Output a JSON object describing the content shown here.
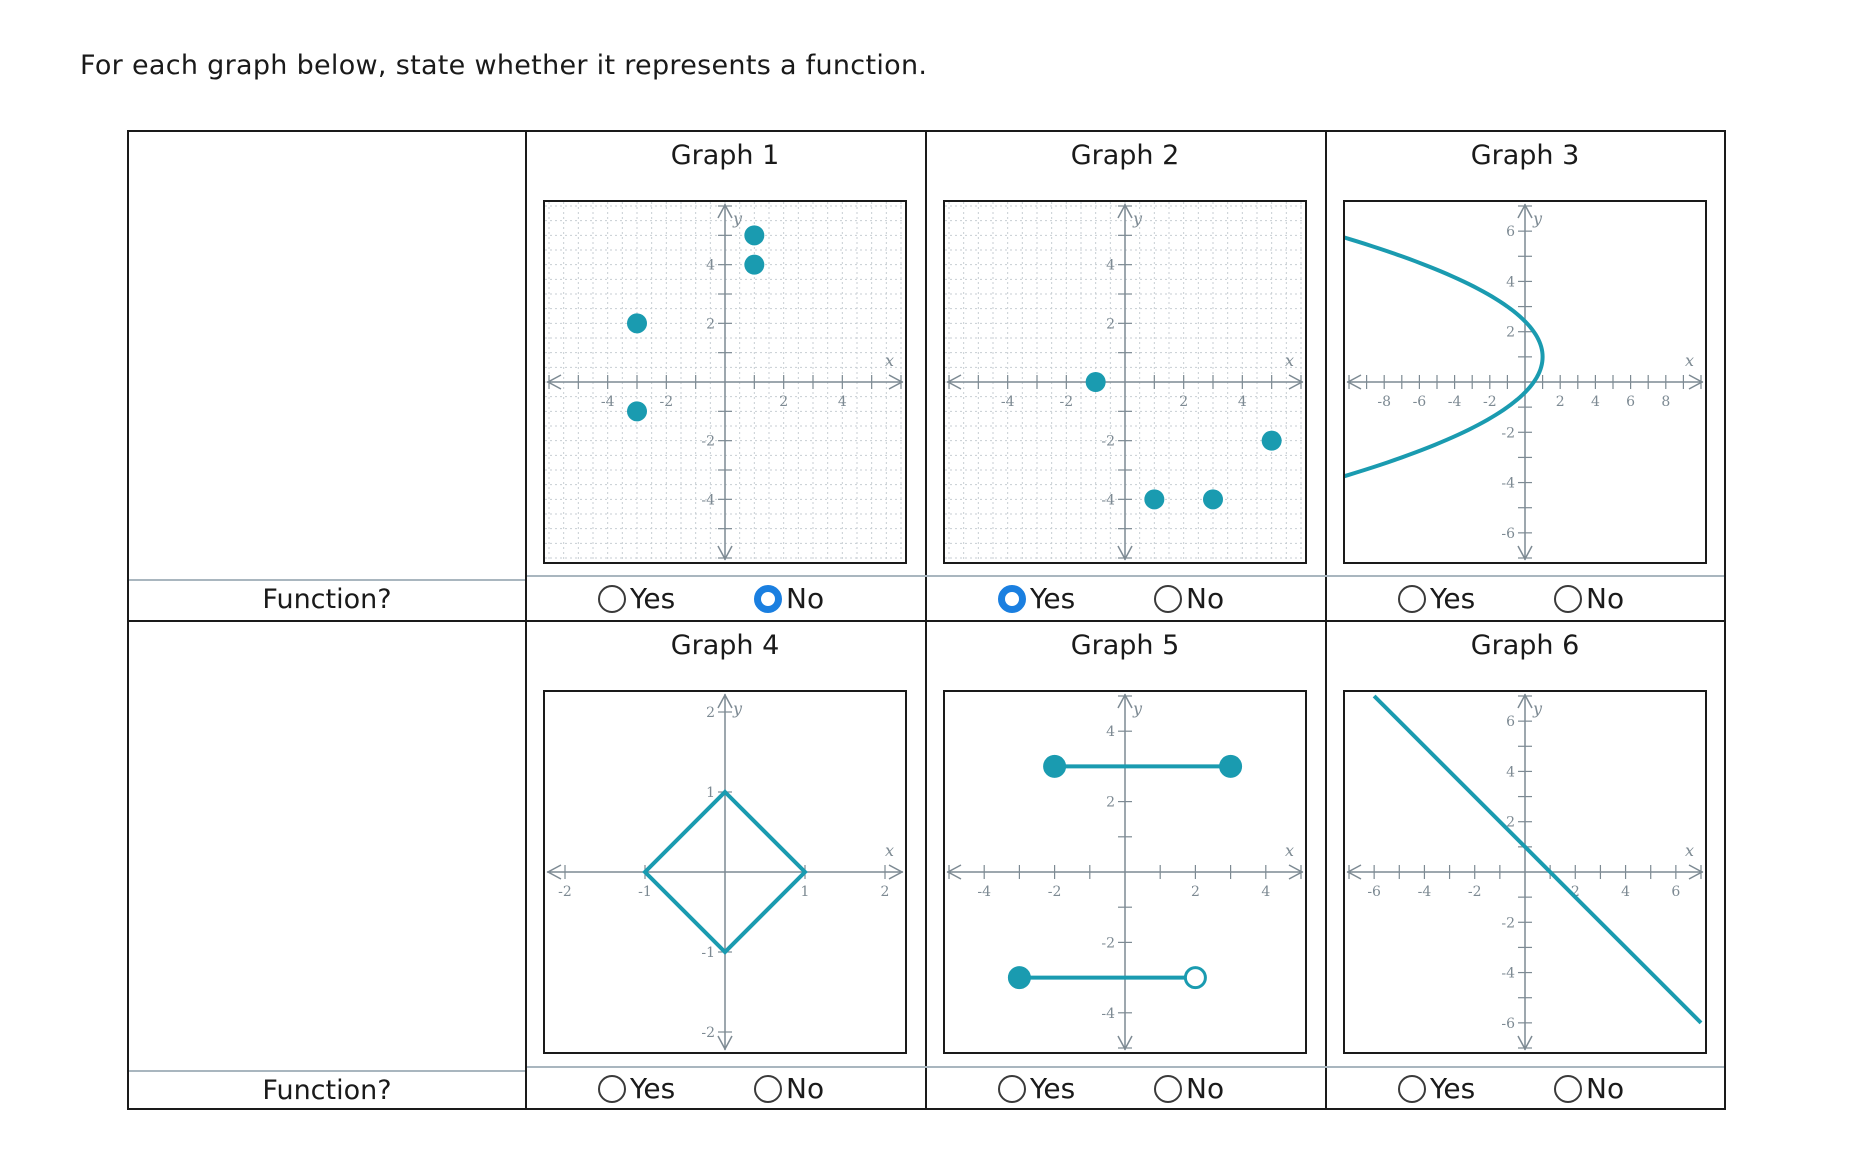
{
  "prompt": "For each graph below, state whether it represents a function.",
  "row_label": "Function?",
  "yes_label": "Yes",
  "no_label": "No",
  "axis_x": "x",
  "axis_y": "y",
  "colors": {
    "curve": "#1a9bb0",
    "axis": "#7d8a93",
    "radio_selected": "#1a7fe0",
    "grid": "#c7ced3"
  },
  "graphs": [
    {
      "title": "Graph 1",
      "answer": "No",
      "kind": "points",
      "xlim": [
        -6,
        6
      ],
      "ylim": [
        -6,
        6
      ],
      "ticks": [
        -4,
        -2,
        2,
        4
      ],
      "grid": true,
      "points": [
        [
          -3,
          2
        ],
        [
          -3,
          -1
        ],
        [
          1,
          5
        ],
        [
          1,
          4
        ]
      ]
    },
    {
      "title": "Graph 2",
      "answer": "Yes",
      "kind": "points",
      "xlim": [
        -6,
        6
      ],
      "ylim": [
        -6,
        6
      ],
      "ticks": [
        -4,
        -2,
        2,
        4
      ],
      "grid": true,
      "points": [
        [
          -1,
          0
        ],
        [
          1,
          -4
        ],
        [
          3,
          -4
        ],
        [
          5,
          -2
        ]
      ]
    },
    {
      "title": "Graph 3",
      "answer": "",
      "kind": "parabola_x",
      "xlim": [
        -10,
        10
      ],
      "ylim": [
        -7,
        7
      ],
      "xticks": [
        -8,
        -6,
        -4,
        -2,
        2,
        4,
        6,
        8
      ],
      "yticks": [
        -6,
        -4,
        -2,
        2,
        4,
        6
      ],
      "grid": false,
      "equation": "x = 1 - (y - 1)^2 / 2"
    },
    {
      "title": "Graph 4",
      "answer": "",
      "kind": "diamond",
      "xlim": [
        -2.2,
        2.2
      ],
      "ylim": [
        -2.2,
        2.2
      ],
      "xticks": [
        -2,
        -1,
        1,
        2
      ],
      "yticks": [
        -2,
        -1,
        1,
        2
      ],
      "grid": false,
      "vertices": [
        [
          0,
          1
        ],
        [
          1,
          0
        ],
        [
          0,
          -1
        ],
        [
          -1,
          0
        ]
      ]
    },
    {
      "title": "Graph 5",
      "answer": "",
      "kind": "segments",
      "xlim": [
        -5,
        5
      ],
      "ylim": [
        -5,
        5
      ],
      "xticks": [
        -4,
        -2,
        2,
        4
      ],
      "yticks": [
        -4,
        -2,
        2,
        4
      ],
      "grid": false,
      "segments": [
        {
          "from": [
            -2,
            3
          ],
          "to": [
            3,
            3
          ],
          "from_closed": true,
          "to_closed": true
        },
        {
          "from": [
            -3,
            -3
          ],
          "to": [
            2,
            -3
          ],
          "from_closed": true,
          "to_closed": false
        }
      ]
    },
    {
      "title": "Graph 6",
      "answer": "",
      "kind": "line",
      "xlim": [
        -7,
        7
      ],
      "ylim": [
        -7,
        7
      ],
      "xticks": [
        -6,
        -4,
        -2,
        2,
        4,
        6
      ],
      "yticks": [
        -6,
        -4,
        -2,
        2,
        4,
        6
      ],
      "grid": false,
      "from": [
        -6,
        7
      ],
      "to": [
        7,
        -6
      ]
    }
  ]
}
